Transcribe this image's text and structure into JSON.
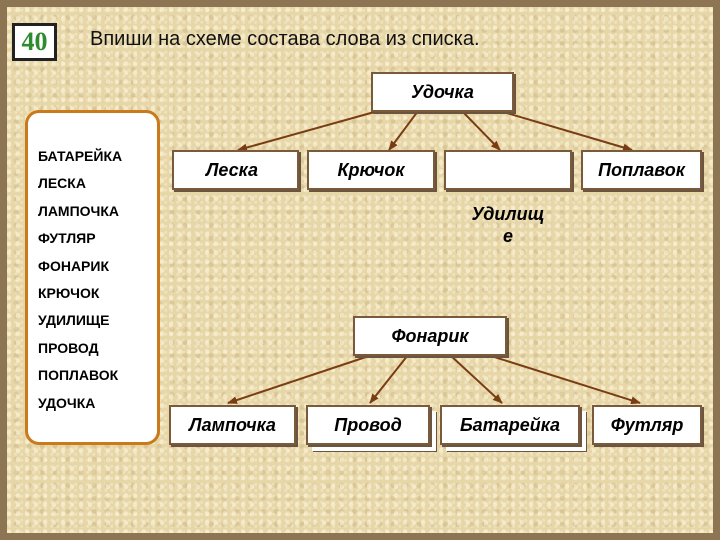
{
  "task_number": "40",
  "instruction": "Впиши на схеме состава слова из списка.",
  "word_list": [
    "БАТАРЕЙКА",
    "ЛЕСКА",
    "ЛАМПОЧКА",
    "ФУТЛЯР",
    "ФОНАРИК",
    "КРЮЧОК",
    "УДИЛИЩЕ",
    "ПРОВОД",
    "ПОПЛАВОК",
    "УДОЧКА"
  ],
  "tree1": {
    "root": "Удочка",
    "children": [
      "Леска",
      "Крючок",
      "Удилищ\nе",
      "Поплавок"
    ]
  },
  "tree2": {
    "root": "Фонарик",
    "children": [
      "Лампочка",
      "Провод",
      "Батарейка",
      "Футляр"
    ]
  },
  "colors": {
    "arrow": "#7a3c12",
    "badge_number": "#2e8b2e",
    "list_border": "#c87a1c"
  }
}
